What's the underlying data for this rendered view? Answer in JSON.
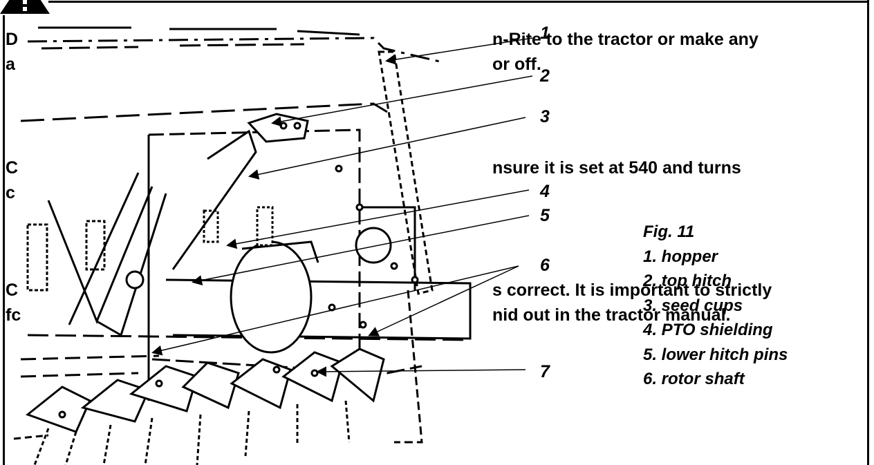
{
  "background_text": {
    "line1_left": "D",
    "line1_right": "n-Rite to the tractor or make any",
    "line2_left": "a",
    "line2_right": "or off.",
    "line3_left": "C",
    "line3_right": "nsure it is set at 540 and turns",
    "line4_left": "c",
    "line5_left": "C",
    "line5_right": "s correct. It is important to strictly",
    "line6_left": "fc",
    "line6_right": "nid out in the tractor manual."
  },
  "callouts": [
    "1",
    "2",
    "3",
    "4",
    "5",
    "6",
    "7"
  ],
  "figure": {
    "caption": "Fig. 11",
    "legend": [
      "1. hopper",
      "2. top hitch",
      "3. seed cups",
      "4. PTO shielding",
      "5. lower hitch pins",
      "6. rotor shaft"
    ]
  }
}
